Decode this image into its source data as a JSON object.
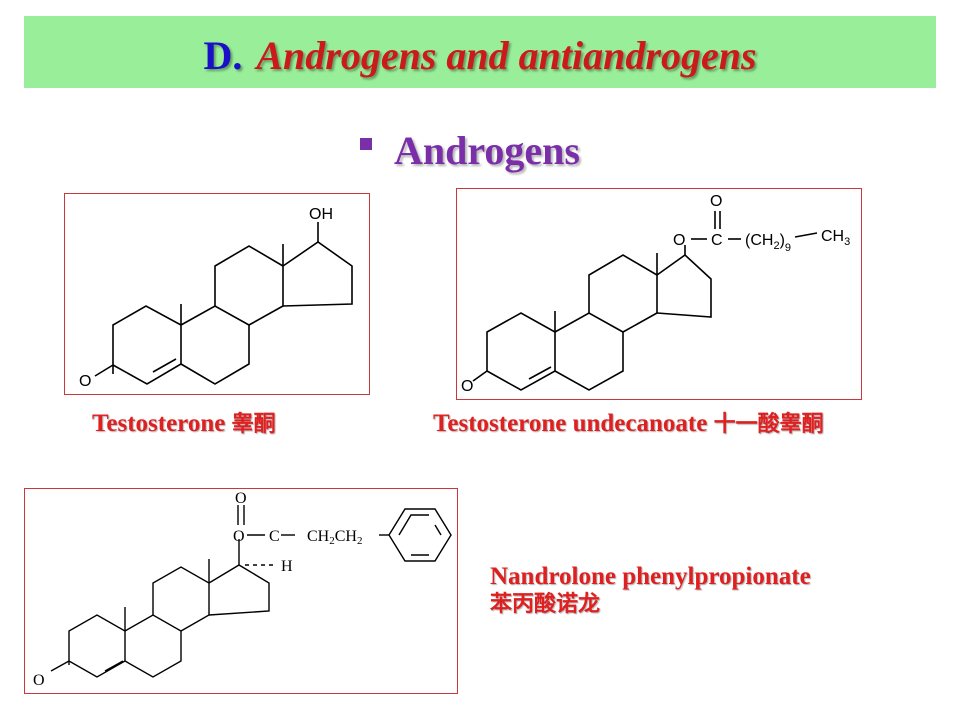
{
  "slide": {
    "title_letter": "D.",
    "title_text": "Androgens and antiandrogens",
    "bullet": "Androgens"
  },
  "molecules": [
    {
      "name": "Testosterone",
      "name_cn": "睾酮",
      "labels": {
        "oh": "OH",
        "o": "O"
      }
    },
    {
      "name": "Testosterone undecanoate",
      "name_cn": "十一酸睾酮",
      "labels": {
        "o_top": "O",
        "o_ester": "O",
        "c": "C",
        "chain": "(CH",
        "sub2": "2",
        "sub9": "9",
        "ch": "CH",
        "sub3": "3",
        "o": "O"
      }
    },
    {
      "name": "Nandrolone phenylpropionate",
      "name_cn": "苯丙酸诺龙",
      "labels": {
        "o_top": "O",
        "o_ester": "O",
        "c": "C",
        "chain": "CH",
        "sub2a": "2",
        "chain2": "CH",
        "sub2b": "2",
        "h": "H",
        "o": "O"
      }
    }
  ],
  "colors": {
    "title_bar": "#99ee99",
    "title_letter": "#1a10c8",
    "title_text": "#cc1a1a",
    "bullet": "#7a2fa8",
    "caption": "#e02020",
    "box_border": "#c8383c"
  }
}
